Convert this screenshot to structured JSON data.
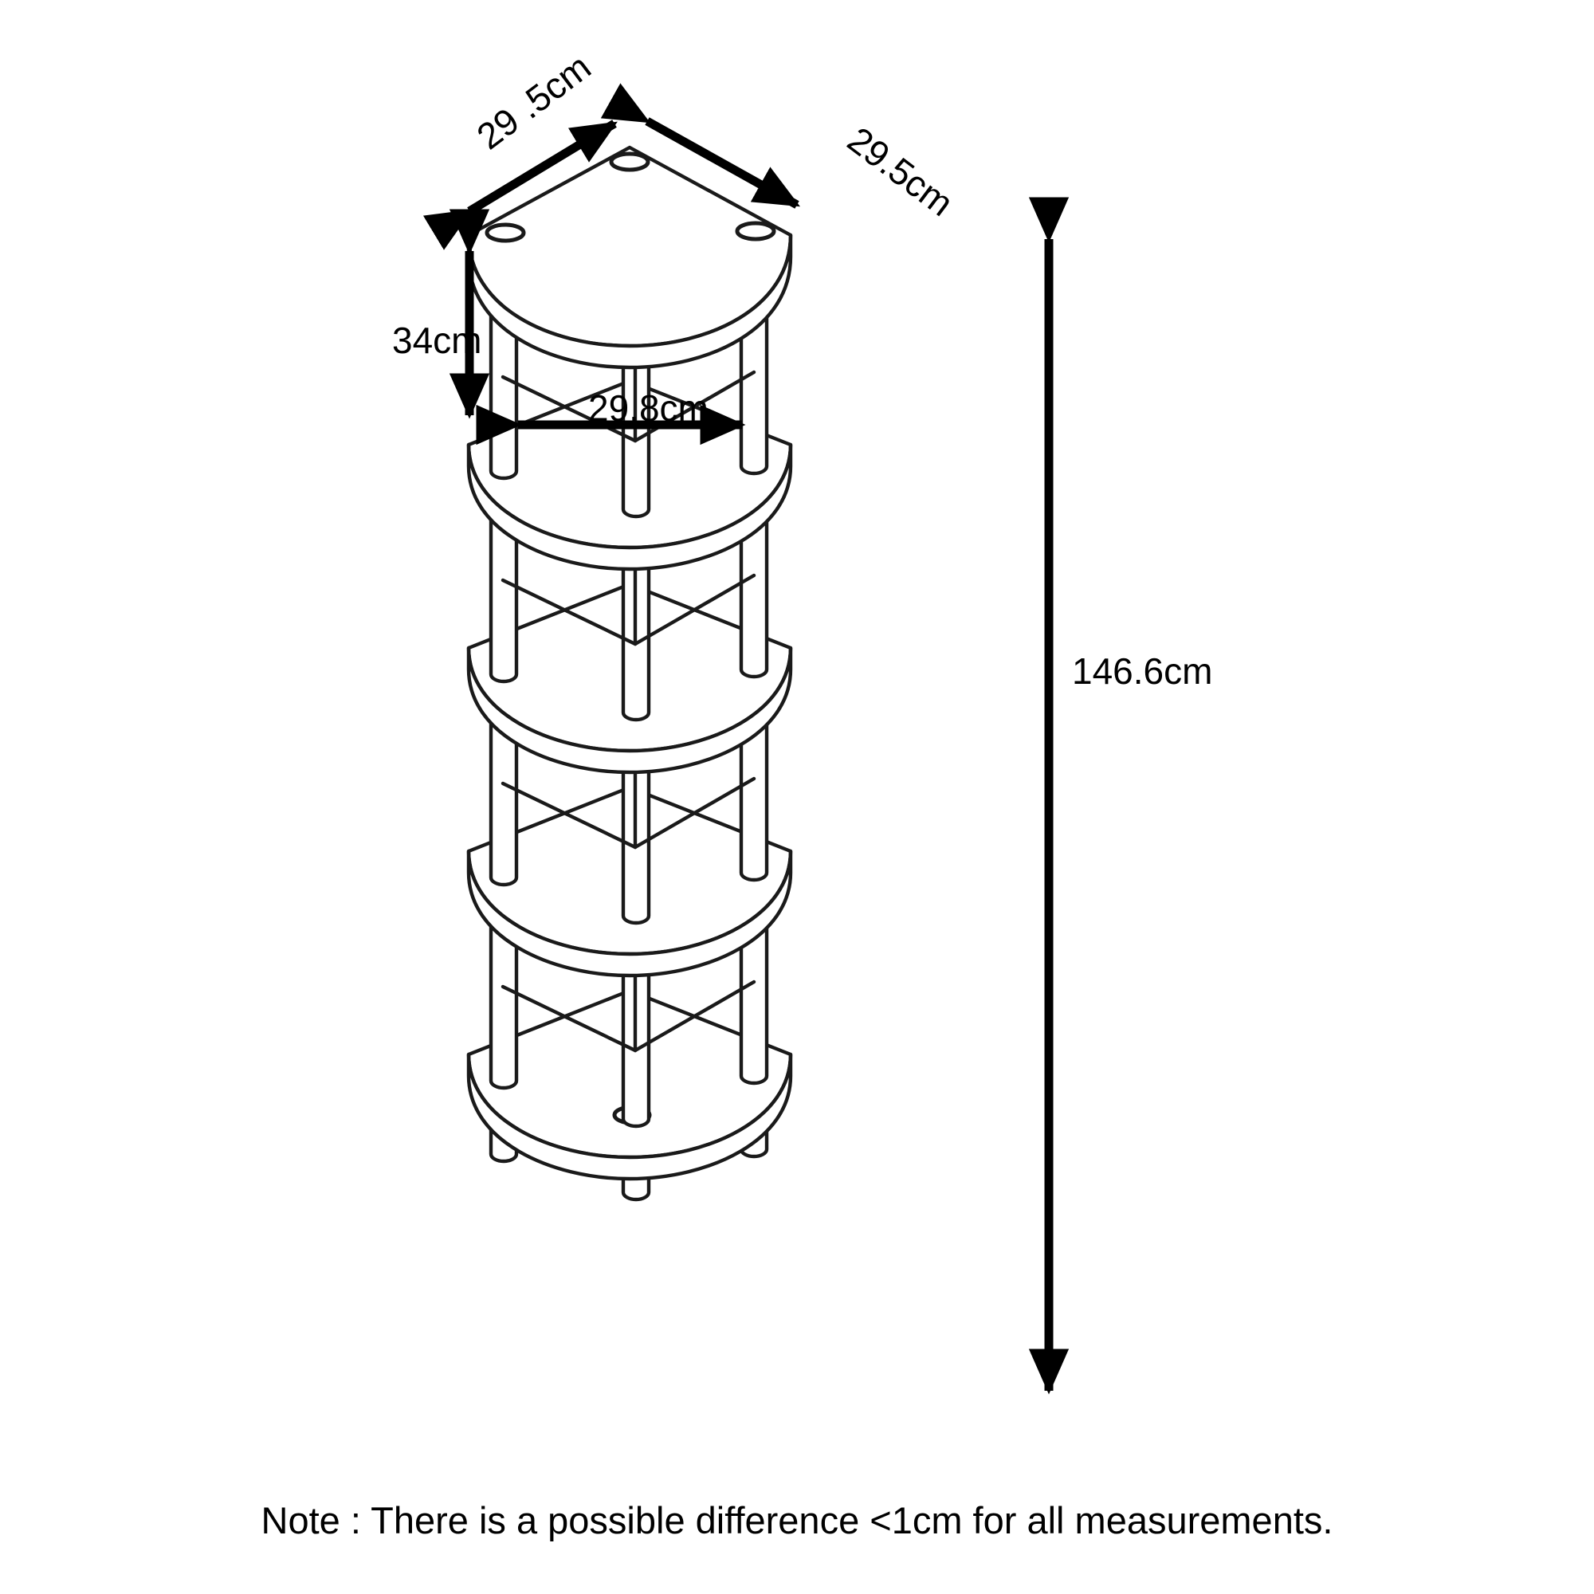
{
  "drawing": {
    "kind": "corner-shelf-dimension-diagram",
    "product_description": "5-tier quarter-round corner shelving unit, isometric technical drawing",
    "shelf_count": 5,
    "post_count": 3,
    "line_color": "#1a1a1a",
    "fill_color": "#ffffff",
    "arrow_color": "#000000"
  },
  "dimensions": {
    "depth_left": "29 .5cm",
    "depth_right": "29.5cm",
    "shelf_gap": "34cm",
    "shelf_width": "29.8cm",
    "total_height": "146.6cm"
  },
  "note": {
    "text": "Note : There is a possible difference <1cm for all measurements."
  }
}
